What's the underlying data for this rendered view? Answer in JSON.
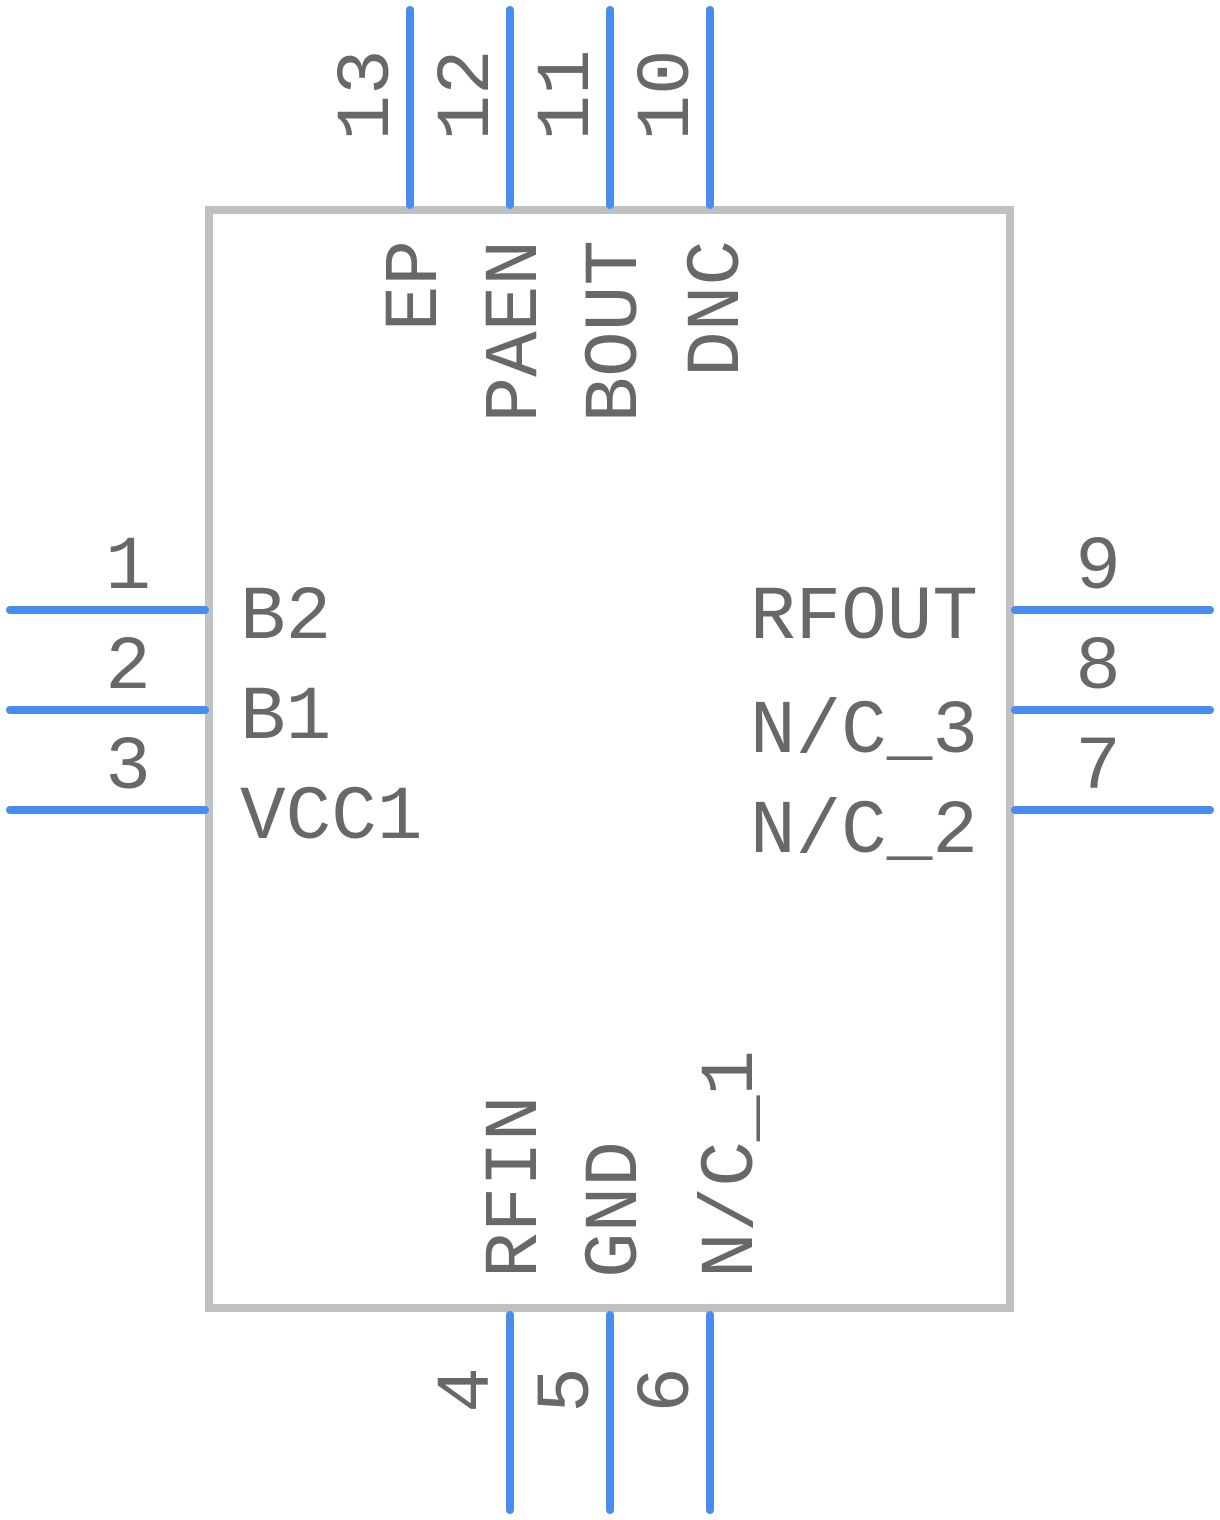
{
  "colors": {
    "pin": "#4a8df0",
    "body": "#c0c0c0",
    "text": "#686868"
  },
  "pins": {
    "left": [
      {
        "number": "1",
        "name": "B2"
      },
      {
        "number": "2",
        "name": "B1"
      },
      {
        "number": "3",
        "name": "VCC1"
      }
    ],
    "right": [
      {
        "number": "9",
        "name": "RFOUT"
      },
      {
        "number": "8",
        "name": "N/C_3"
      },
      {
        "number": "7",
        "name": "N/C_2"
      }
    ],
    "top": [
      {
        "number": "13",
        "name": "EP"
      },
      {
        "number": "12",
        "name": "PAEN"
      },
      {
        "number": "11",
        "name": "BOUT"
      },
      {
        "number": "10",
        "name": "DNC"
      }
    ],
    "bottom": [
      {
        "number": "4",
        "name": "RFIN"
      },
      {
        "number": "5",
        "name": "GND"
      },
      {
        "number": "6",
        "name": "N/C_1"
      }
    ]
  }
}
